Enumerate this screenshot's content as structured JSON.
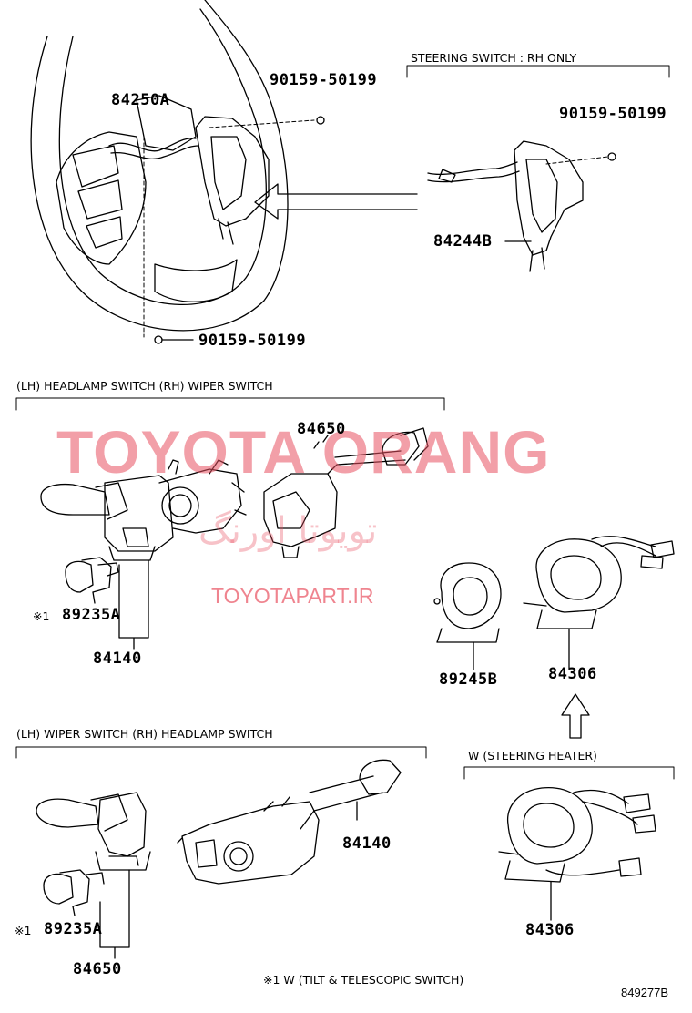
{
  "watermark": {
    "title": "TOYOTA ORANG",
    "persian": "تویوتا اورنگ",
    "url": "TOYOTAPART.IR"
  },
  "sections": {
    "rh_only": "STEERING SWITCH : RH ONLY",
    "lh_headlamp_rh_wiper": "(LH) HEADLAMP SWITCH   (RH) WIPER SWITCH",
    "lh_wiper_rh_headlamp": "(LH) WIPER SWITCH    (RH) HEADLAMP SWITCH",
    "steering_heater": "W (STEERING HEATER)"
  },
  "parts": {
    "p84250A": "84250A",
    "p9015950199_top": "90159-50199",
    "p9015950199_rh": "90159-50199",
    "p9015950199_bottom": "90159-50199",
    "p84244B": "84244B",
    "p84650_top": "84650",
    "p89235A_1": "89235A",
    "p84140_left": "84140",
    "p89245B": "89245B",
    "p84306_top": "84306",
    "p84140_right": "84140",
    "p89235A_2": "89235A",
    "p84650_bottom": "84650",
    "p84306_bottom": "84306"
  },
  "notes": {
    "mark1": "※1",
    "mark2": "※1",
    "footnote": "※1  W (TILT & TELESCOPIC SWITCH)"
  },
  "diagram_code": "849277B"
}
